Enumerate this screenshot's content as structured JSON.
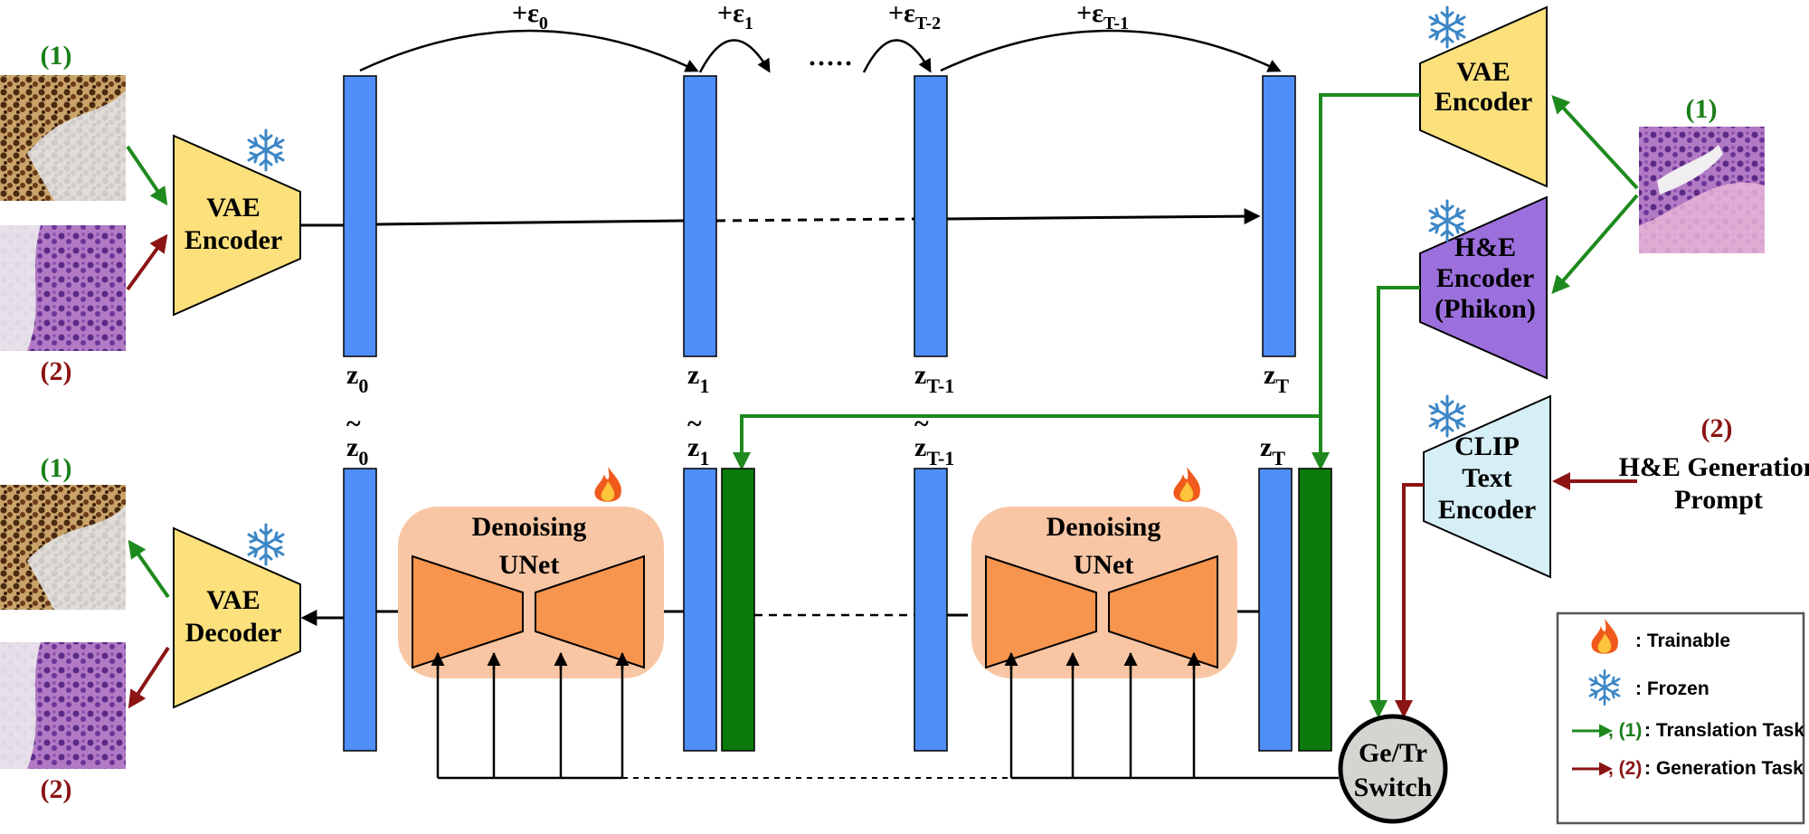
{
  "colors": {
    "latent_blue": "#4f8ef7",
    "cond_green": "#0a7a0a",
    "vae_yellow": "#fbe07c",
    "he_purple": "#9b6fdc",
    "clip_blue": "#d6eef6",
    "unet_bg": "#f8c6a4",
    "unet_trap": "#f7944d",
    "switch_gray": "#d3d5d0",
    "arrow_green": "#1e8a1e",
    "arrow_red": "#8b1414"
  },
  "labels": {
    "task1": "(1)",
    "task2": "(2)",
    "vae_encoder": [
      "VAE",
      "Encoder"
    ],
    "vae_decoder": [
      "VAE",
      "Decoder"
    ],
    "he_encoder": [
      "H&E",
      "Encoder",
      "(Phikon)"
    ],
    "clip_encoder": [
      "CLIP",
      "Text",
      "Encoder"
    ],
    "prompt": [
      "H&E Generation",
      "Prompt"
    ],
    "unet": [
      "Denoising",
      "UNet"
    ],
    "switch": [
      "Ge/Tr",
      "Switch"
    ]
  },
  "noise": {
    "e0": {
      "base": "+ε",
      "sub": "0"
    },
    "e1": {
      "base": "+ε",
      "sub": "1"
    },
    "eT2": {
      "base": "+ε",
      "sub": "T-2"
    },
    "eT1": {
      "base": "+ε",
      "sub": "T-1"
    }
  },
  "latents_top": [
    {
      "base": "z",
      "sub": "0"
    },
    {
      "base": "z",
      "sub": "1"
    },
    {
      "base": "z",
      "sub": "T-1"
    },
    {
      "base": "z",
      "sub": "T"
    }
  ],
  "latents_bottom": [
    {
      "base": "z",
      "tilde": "~",
      "sub": "0"
    },
    {
      "base": "z",
      "tilde": "~",
      "sub": "1"
    },
    {
      "base": "z",
      "tilde": "~",
      "sub": "T-1"
    },
    {
      "base": "z",
      "sub": "T"
    }
  ],
  "ellipsis": "·····",
  "legend": {
    "trainable": ": Trainable",
    "frozen": ": Frozen",
    "translation_mark": ", (1)",
    "translation": ": Translation Task",
    "generation_mark": ", (2)",
    "generation": ": Generation Task"
  }
}
